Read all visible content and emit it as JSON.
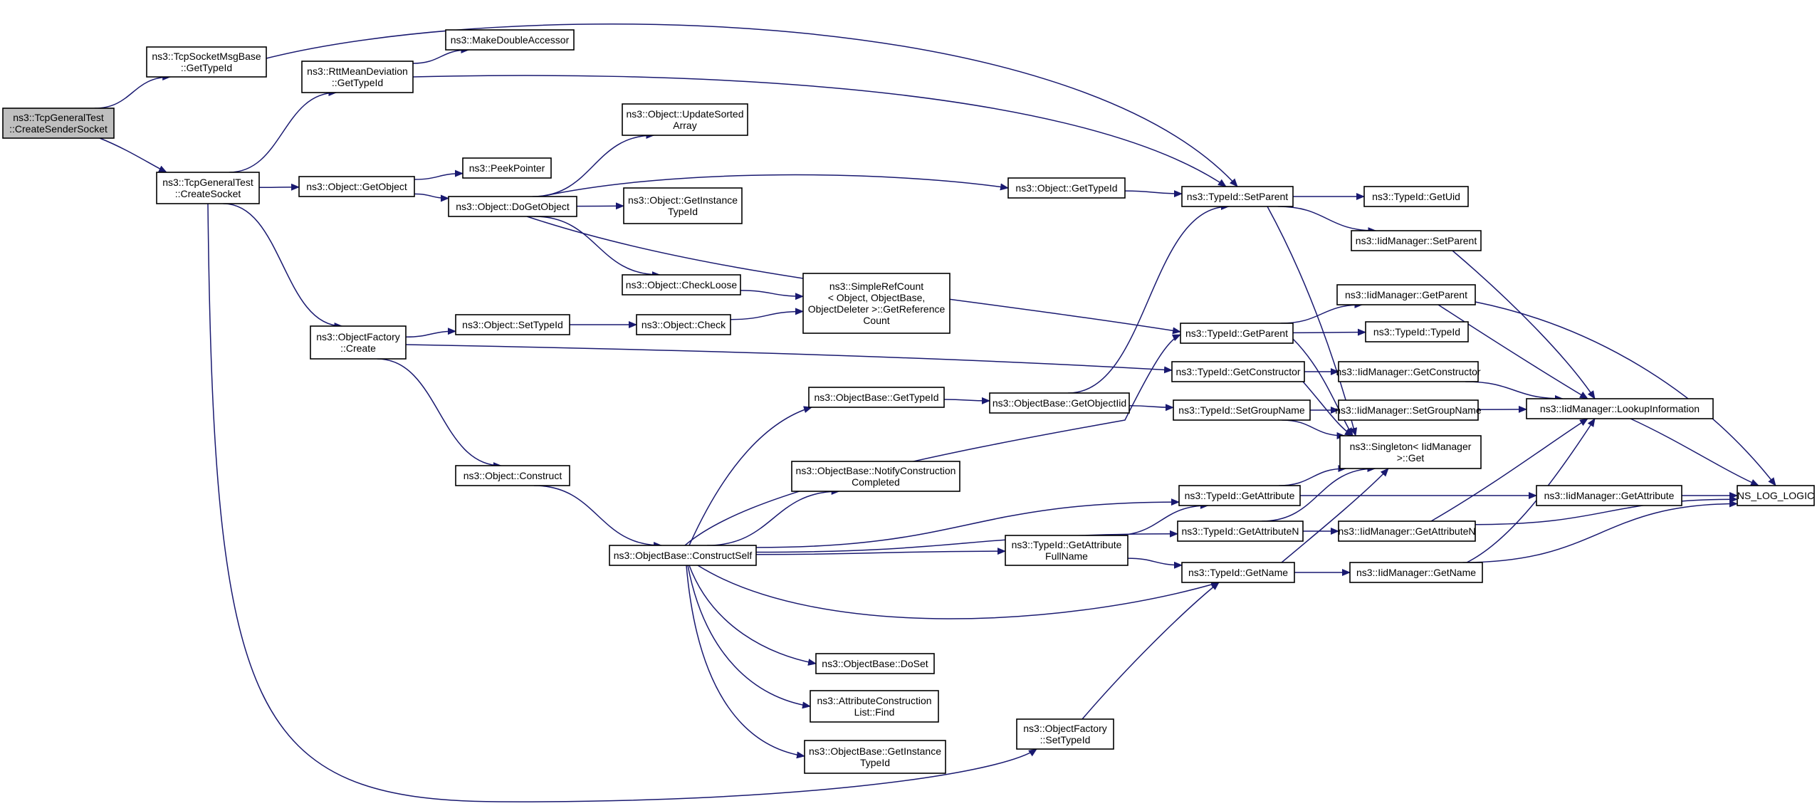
{
  "colors": {
    "edge": "#191970",
    "root_fill": "#bfbfbf",
    "node_fill": "#ffffff",
    "node_stroke": "#000000"
  },
  "nodes": [
    {
      "id": "n0",
      "lines": [
        "ns3::TcpGeneralTest",
        "::CreateSenderSocket"
      ],
      "root": true
    },
    {
      "id": "n1",
      "lines": [
        "ns3::TcpSocketMsgBase",
        "::GetTypeId"
      ]
    },
    {
      "id": "n2",
      "lines": [
        "ns3::TcpGeneralTest",
        "::CreateSocket"
      ]
    },
    {
      "id": "n3",
      "lines": [
        "ns3::RttMeanDeviation",
        "::GetTypeId"
      ]
    },
    {
      "id": "n4",
      "lines": [
        "ns3::MakeDoubleAccessor"
      ]
    },
    {
      "id": "n5",
      "lines": [
        "ns3::Object::GetObject"
      ]
    },
    {
      "id": "n6",
      "lines": [
        "ns3::PeekPointer"
      ]
    },
    {
      "id": "n7",
      "lines": [
        "ns3::Object::DoGetObject"
      ]
    },
    {
      "id": "n8",
      "lines": [
        "ns3::Object::UpdateSorted",
        "Array"
      ]
    },
    {
      "id": "n9",
      "lines": [
        "ns3::Object::GetInstance",
        "TypeId"
      ]
    },
    {
      "id": "n10",
      "lines": [
        "ns3::Object::CheckLoose"
      ]
    },
    {
      "id": "n11",
      "lines": [
        "ns3::SimpleRefCount",
        "< Object, ObjectBase,",
        "ObjectDeleter >::GetReference",
        "Count"
      ]
    },
    {
      "id": "n12",
      "lines": [
        "ns3::Object::GetTypeId"
      ]
    },
    {
      "id": "n13",
      "lines": [
        "ns3::TypeId::SetParent"
      ]
    },
    {
      "id": "n14",
      "lines": [
        "ns3::TypeId::GetUid"
      ]
    },
    {
      "id": "n15",
      "lines": [
        "ns3::IidManager::SetParent"
      ]
    },
    {
      "id": "n16",
      "lines": [
        "ns3::ObjectFactory",
        "::Create"
      ]
    },
    {
      "id": "n17",
      "lines": [
        "ns3::Object::SetTypeId"
      ]
    },
    {
      "id": "n18",
      "lines": [
        "ns3::Object::Check"
      ]
    },
    {
      "id": "n19",
      "lines": [
        "ns3::TypeId::GetParent"
      ]
    },
    {
      "id": "n20",
      "lines": [
        "ns3::IidManager::GetParent"
      ]
    },
    {
      "id": "n21",
      "lines": [
        "ns3::TypeId::TypeId"
      ]
    },
    {
      "id": "n22",
      "lines": [
        "ns3::TypeId::GetConstructor"
      ]
    },
    {
      "id": "n23",
      "lines": [
        "ns3::IidManager::GetConstructor"
      ]
    },
    {
      "id": "n24",
      "lines": [
        "ns3::ObjectBase::GetTypeId"
      ]
    },
    {
      "id": "n25",
      "lines": [
        "ns3::ObjectBase::GetObjectIid"
      ]
    },
    {
      "id": "n26",
      "lines": [
        "ns3::TypeId::SetGroupName"
      ]
    },
    {
      "id": "n27",
      "lines": [
        "ns3::IidManager::SetGroupName"
      ]
    },
    {
      "id": "n28",
      "lines": [
        "ns3::IidManager::LookupInformation"
      ]
    },
    {
      "id": "n29",
      "lines": [
        "ns3::Singleton< IidManager",
        ">::Get"
      ]
    },
    {
      "id": "n30",
      "lines": [
        "ns3::Object::Construct"
      ]
    },
    {
      "id": "n31",
      "lines": [
        "ns3::ObjectBase::NotifyConstruction",
        "Completed"
      ]
    },
    {
      "id": "n32",
      "lines": [
        "ns3::TypeId::GetAttribute"
      ]
    },
    {
      "id": "n33",
      "lines": [
        "ns3::IidManager::GetAttribute"
      ]
    },
    {
      "id": "n34",
      "lines": [
        "NS_LOG_LOGIC"
      ]
    },
    {
      "id": "n35",
      "lines": [
        "ns3::ObjectBase::ConstructSelf"
      ]
    },
    {
      "id": "n36",
      "lines": [
        "ns3::TypeId::GetAttribute",
        "FullName"
      ]
    },
    {
      "id": "n37",
      "lines": [
        "ns3::TypeId::GetAttributeN"
      ]
    },
    {
      "id": "n38",
      "lines": [
        "ns3::IidManager::GetAttributeN"
      ]
    },
    {
      "id": "n39",
      "lines": [
        "ns3::TypeId::GetName"
      ]
    },
    {
      "id": "n40",
      "lines": [
        "ns3::IidManager::GetName"
      ]
    },
    {
      "id": "n41",
      "lines": [
        "ns3::ObjectBase::DoSet"
      ]
    },
    {
      "id": "n42",
      "lines": [
        "ns3::AttributeConstruction",
        "List::Find"
      ]
    },
    {
      "id": "n43",
      "lines": [
        "ns3::ObjectFactory",
        "::SetTypeId"
      ]
    },
    {
      "id": "n44",
      "lines": [
        "ns3::ObjectBase::GetInstance",
        "TypeId"
      ]
    }
  ],
  "edges": [
    [
      "n0",
      "n1"
    ],
    [
      "n0",
      "n2"
    ],
    [
      "n1",
      "n13"
    ],
    [
      "n2",
      "n3"
    ],
    [
      "n2",
      "n5"
    ],
    [
      "n2",
      "n16"
    ],
    [
      "n2",
      "n43"
    ],
    [
      "n3",
      "n4"
    ],
    [
      "n3",
      "n13"
    ],
    [
      "n5",
      "n6"
    ],
    [
      "n5",
      "n7"
    ],
    [
      "n7",
      "n8"
    ],
    [
      "n7",
      "n9"
    ],
    [
      "n7",
      "n10"
    ],
    [
      "n7",
      "n12"
    ],
    [
      "n7",
      "n19"
    ],
    [
      "n10",
      "n11"
    ],
    [
      "n12",
      "n13"
    ],
    [
      "n13",
      "n14"
    ],
    [
      "n13",
      "n15"
    ],
    [
      "n13",
      "n29"
    ],
    [
      "n15",
      "n28"
    ],
    [
      "n16",
      "n17"
    ],
    [
      "n16",
      "n22"
    ],
    [
      "n16",
      "n30"
    ],
    [
      "n17",
      "n18"
    ],
    [
      "n18",
      "n11"
    ],
    [
      "n19",
      "n20"
    ],
    [
      "n19",
      "n21"
    ],
    [
      "n19",
      "n29"
    ],
    [
      "n20",
      "n28"
    ],
    [
      "n20",
      "n34"
    ],
    [
      "n22",
      "n23"
    ],
    [
      "n22",
      "n29"
    ],
    [
      "n23",
      "n28"
    ],
    [
      "n24",
      "n25"
    ],
    [
      "n25",
      "n13"
    ],
    [
      "n25",
      "n26"
    ],
    [
      "n26",
      "n27"
    ],
    [
      "n26",
      "n29"
    ],
    [
      "n27",
      "n28"
    ],
    [
      "n28",
      "n34"
    ],
    [
      "n30",
      "n35"
    ],
    [
      "n32",
      "n29"
    ],
    [
      "n32",
      "n33"
    ],
    [
      "n33",
      "n34"
    ],
    [
      "n35",
      "n24"
    ],
    [
      "n35",
      "n19"
    ],
    [
      "n35",
      "n31"
    ],
    [
      "n35",
      "n32"
    ],
    [
      "n35",
      "n36"
    ],
    [
      "n35",
      "n37"
    ],
    [
      "n35",
      "n39"
    ],
    [
      "n35",
      "n41"
    ],
    [
      "n35",
      "n42"
    ],
    [
      "n35",
      "n44"
    ],
    [
      "n36",
      "n32"
    ],
    [
      "n36",
      "n39"
    ],
    [
      "n37",
      "n29"
    ],
    [
      "n37",
      "n38"
    ],
    [
      "n38",
      "n28"
    ],
    [
      "n38",
      "n34"
    ],
    [
      "n39",
      "n29"
    ],
    [
      "n39",
      "n40"
    ],
    [
      "n40",
      "n28"
    ],
    [
      "n40",
      "n34"
    ],
    [
      "n43",
      "n39"
    ]
  ]
}
